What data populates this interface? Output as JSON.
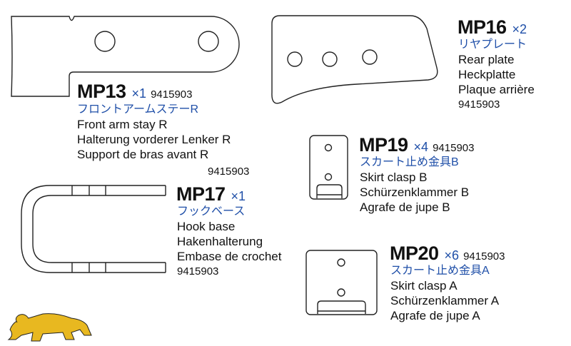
{
  "parts": [
    {
      "code": "MP13",
      "qty": "×1",
      "part_no": "9415903",
      "jp": "フロントアームステーR",
      "names": [
        "Front arm stay R",
        "Halterung vorderer Lenker R",
        "Support de bras avant R"
      ]
    },
    {
      "code": "MP16",
      "qty": "×2",
      "part_no": "9415903",
      "jp": "リヤプレート",
      "names": [
        "Rear plate",
        "Heckplatte",
        "Plaque arrière"
      ]
    },
    {
      "code": "MP19",
      "qty": "×4",
      "part_no": "9415903",
      "jp": "スカート止め金具B",
      "names": [
        "Skirt clasp B",
        "Schürzenklammer B",
        "Agrafe de jupe B"
      ]
    },
    {
      "code": "MP17",
      "qty": "×1",
      "part_no": "9415903",
      "jp": "フックベース",
      "names": [
        "Hook base",
        "Hakenhalterung",
        "Embase de crochet"
      ]
    },
    {
      "code": "MP20",
      "qty": "×6",
      "part_no": "9415903",
      "jp": "スカート止め金具A",
      "names": [
        "Skirt clasp A",
        "Schürzenklammer A",
        "Agrafe de jupe A"
      ]
    }
  ],
  "colors": {
    "accent": "#1f4fa8",
    "logo": "#e8b820"
  }
}
